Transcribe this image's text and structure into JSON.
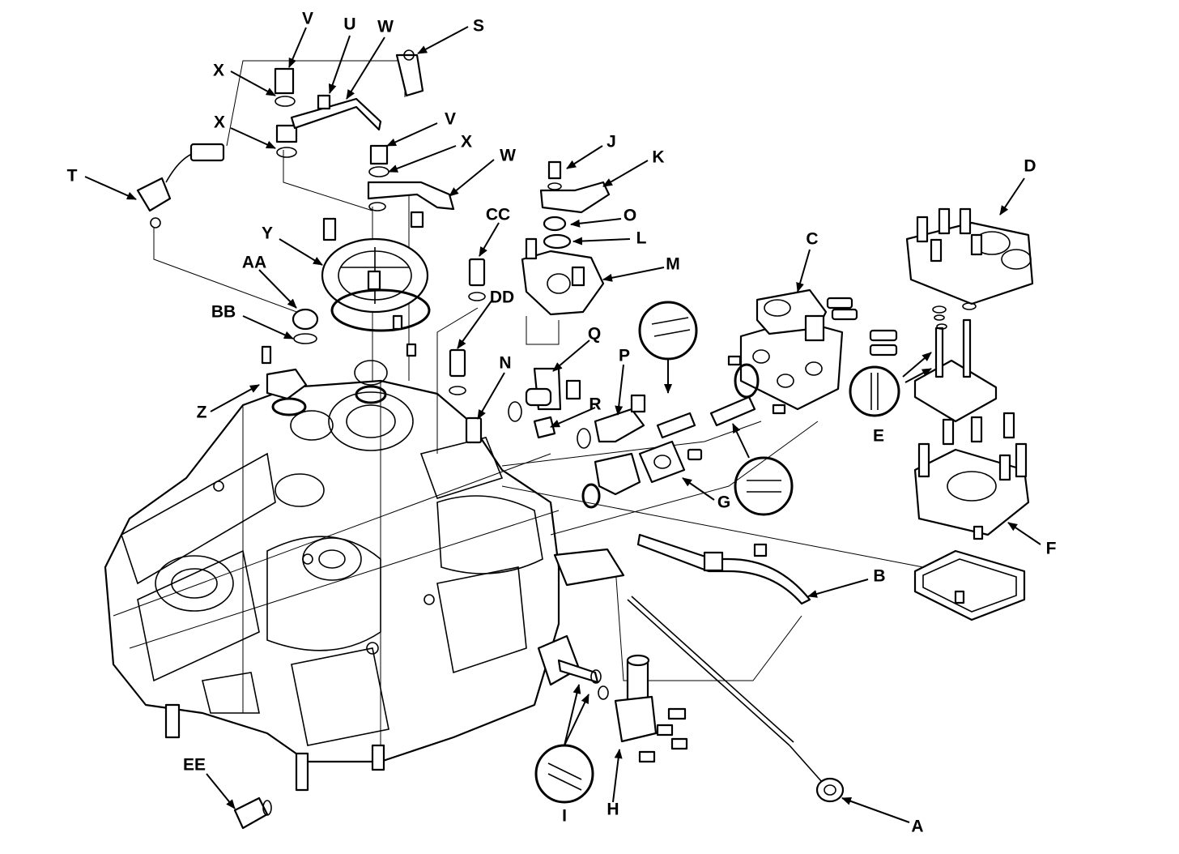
{
  "diagram": {
    "callouts": [
      {
        "id": "A",
        "text": "A"
      },
      {
        "id": "B",
        "text": "B"
      },
      {
        "id": "C",
        "text": "C"
      },
      {
        "id": "D",
        "text": "D"
      },
      {
        "id": "E",
        "text": "E"
      },
      {
        "id": "F",
        "text": "F"
      },
      {
        "id": "G",
        "text": "G"
      },
      {
        "id": "H",
        "text": "H"
      },
      {
        "id": "I",
        "text": "I"
      },
      {
        "id": "J",
        "text": "J"
      },
      {
        "id": "K",
        "text": "K"
      },
      {
        "id": "L",
        "text": "L"
      },
      {
        "id": "M",
        "text": "M"
      },
      {
        "id": "N",
        "text": "N"
      },
      {
        "id": "O",
        "text": "O"
      },
      {
        "id": "P",
        "text": "P"
      },
      {
        "id": "Q",
        "text": "Q"
      },
      {
        "id": "R",
        "text": "R"
      },
      {
        "id": "S",
        "text": "S"
      },
      {
        "id": "T",
        "text": "T"
      },
      {
        "id": "U",
        "text": "U"
      },
      {
        "id": "V",
        "text": "V"
      },
      {
        "id": "V2",
        "text": "V"
      },
      {
        "id": "W",
        "text": "W"
      },
      {
        "id": "W2",
        "text": "W"
      },
      {
        "id": "X",
        "text": "X"
      },
      {
        "id": "X2",
        "text": "X"
      },
      {
        "id": "X3",
        "text": "X"
      },
      {
        "id": "Y",
        "text": "Y"
      },
      {
        "id": "Z",
        "text": "Z"
      },
      {
        "id": "AA",
        "text": "AA"
      },
      {
        "id": "BB",
        "text": "BB"
      },
      {
        "id": "CC",
        "text": "CC"
      },
      {
        "id": "DD",
        "text": "DD"
      },
      {
        "id": "EE",
        "text": "EE"
      }
    ]
  }
}
